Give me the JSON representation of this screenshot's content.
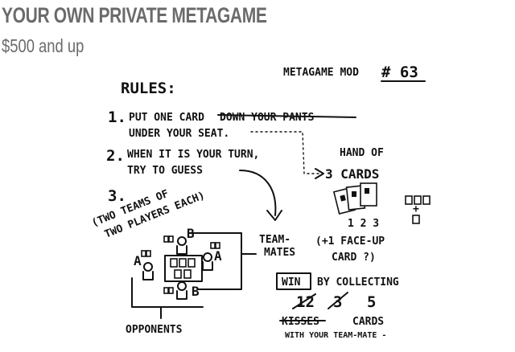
{
  "header": {
    "title": "YOUR OWN PRIVATE METAGAME",
    "price": "$500 and up"
  },
  "sketch": {
    "mod_label": "METAGAME MOD",
    "mod_number": "# 63",
    "rules_heading": "RULES:",
    "rule1_num": "1.",
    "rule1_line1_a": "PUT ONE CARD",
    "rule1_struck": "DOWN YOUR PANTS",
    "rule1_line2": "UNDER YOUR SEAT.",
    "rule2_num": "2.",
    "rule2_line1": "WHEN IT IS YOUR TURN,",
    "rule2_line2": "TRY TO GUESS",
    "rule3_num": "3.",
    "hand_of": "HAND OF",
    "three_cards": "3 CARDS",
    "card_numbers": "1 2 3",
    "plus_sign": "+",
    "teams_note_line1": "(TWO TEAMS OF",
    "teams_note_line2": "TWO PLAYERS EACH)",
    "player_a": "A",
    "player_b": "B",
    "team_mates_line1": "TEAM-",
    "team_mates_line2": "MATES",
    "faceup_line1": "(+1 FACE-UP",
    "faceup_line2": "CARD ?)",
    "win_word": "WIN",
    "by_collecting": "BY COLLECTING",
    "count_struck_1": "12",
    "count_struck_2": "3",
    "count_final": "5",
    "kisses_struck": "KISSES",
    "cards_word": "CARDS",
    "with_teammate": "WITH YOUR TEAM-MATE -",
    "opponents": "OPPONENTS"
  }
}
